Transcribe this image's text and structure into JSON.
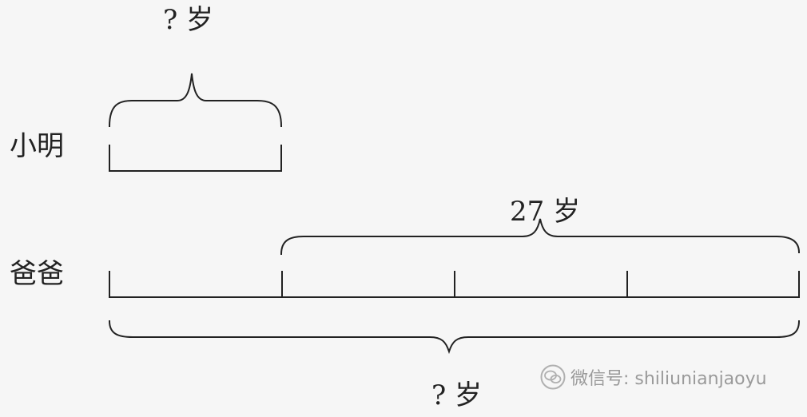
{
  "diagram": {
    "xiaoming": {
      "row_label": "小明",
      "age_label": "? 岁"
    },
    "baba": {
      "row_label": "爸爸",
      "difference_label": "27 岁",
      "total_label": "? 岁"
    }
  },
  "watermark": {
    "text": "微信号: shiliunianjaoyu",
    "icon": "wechat-icon"
  }
}
